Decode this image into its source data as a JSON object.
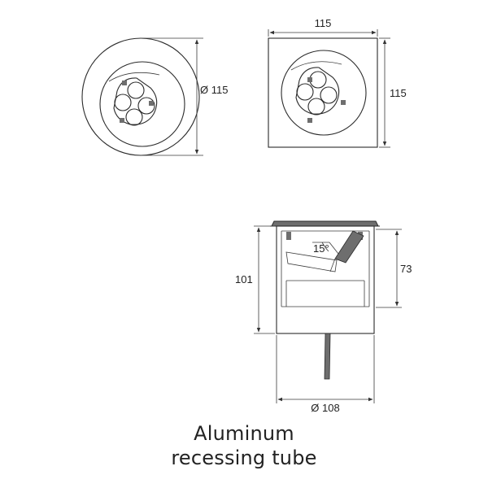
{
  "top_left_view": {
    "diameter_label": "Ø 115"
  },
  "top_right_view": {
    "width_label": "115",
    "height_label": "115"
  },
  "section_view": {
    "height_label": "101",
    "depth_label": "73",
    "tilt_label": "15°",
    "diameter_label": "Ø 108"
  },
  "caption": {
    "line1": "Aluminum",
    "line2": "recessing tube"
  },
  "colors": {
    "line": "#2b2b2b",
    "fill_dark": "#6e6e6e",
    "background": "#ffffff"
  }
}
